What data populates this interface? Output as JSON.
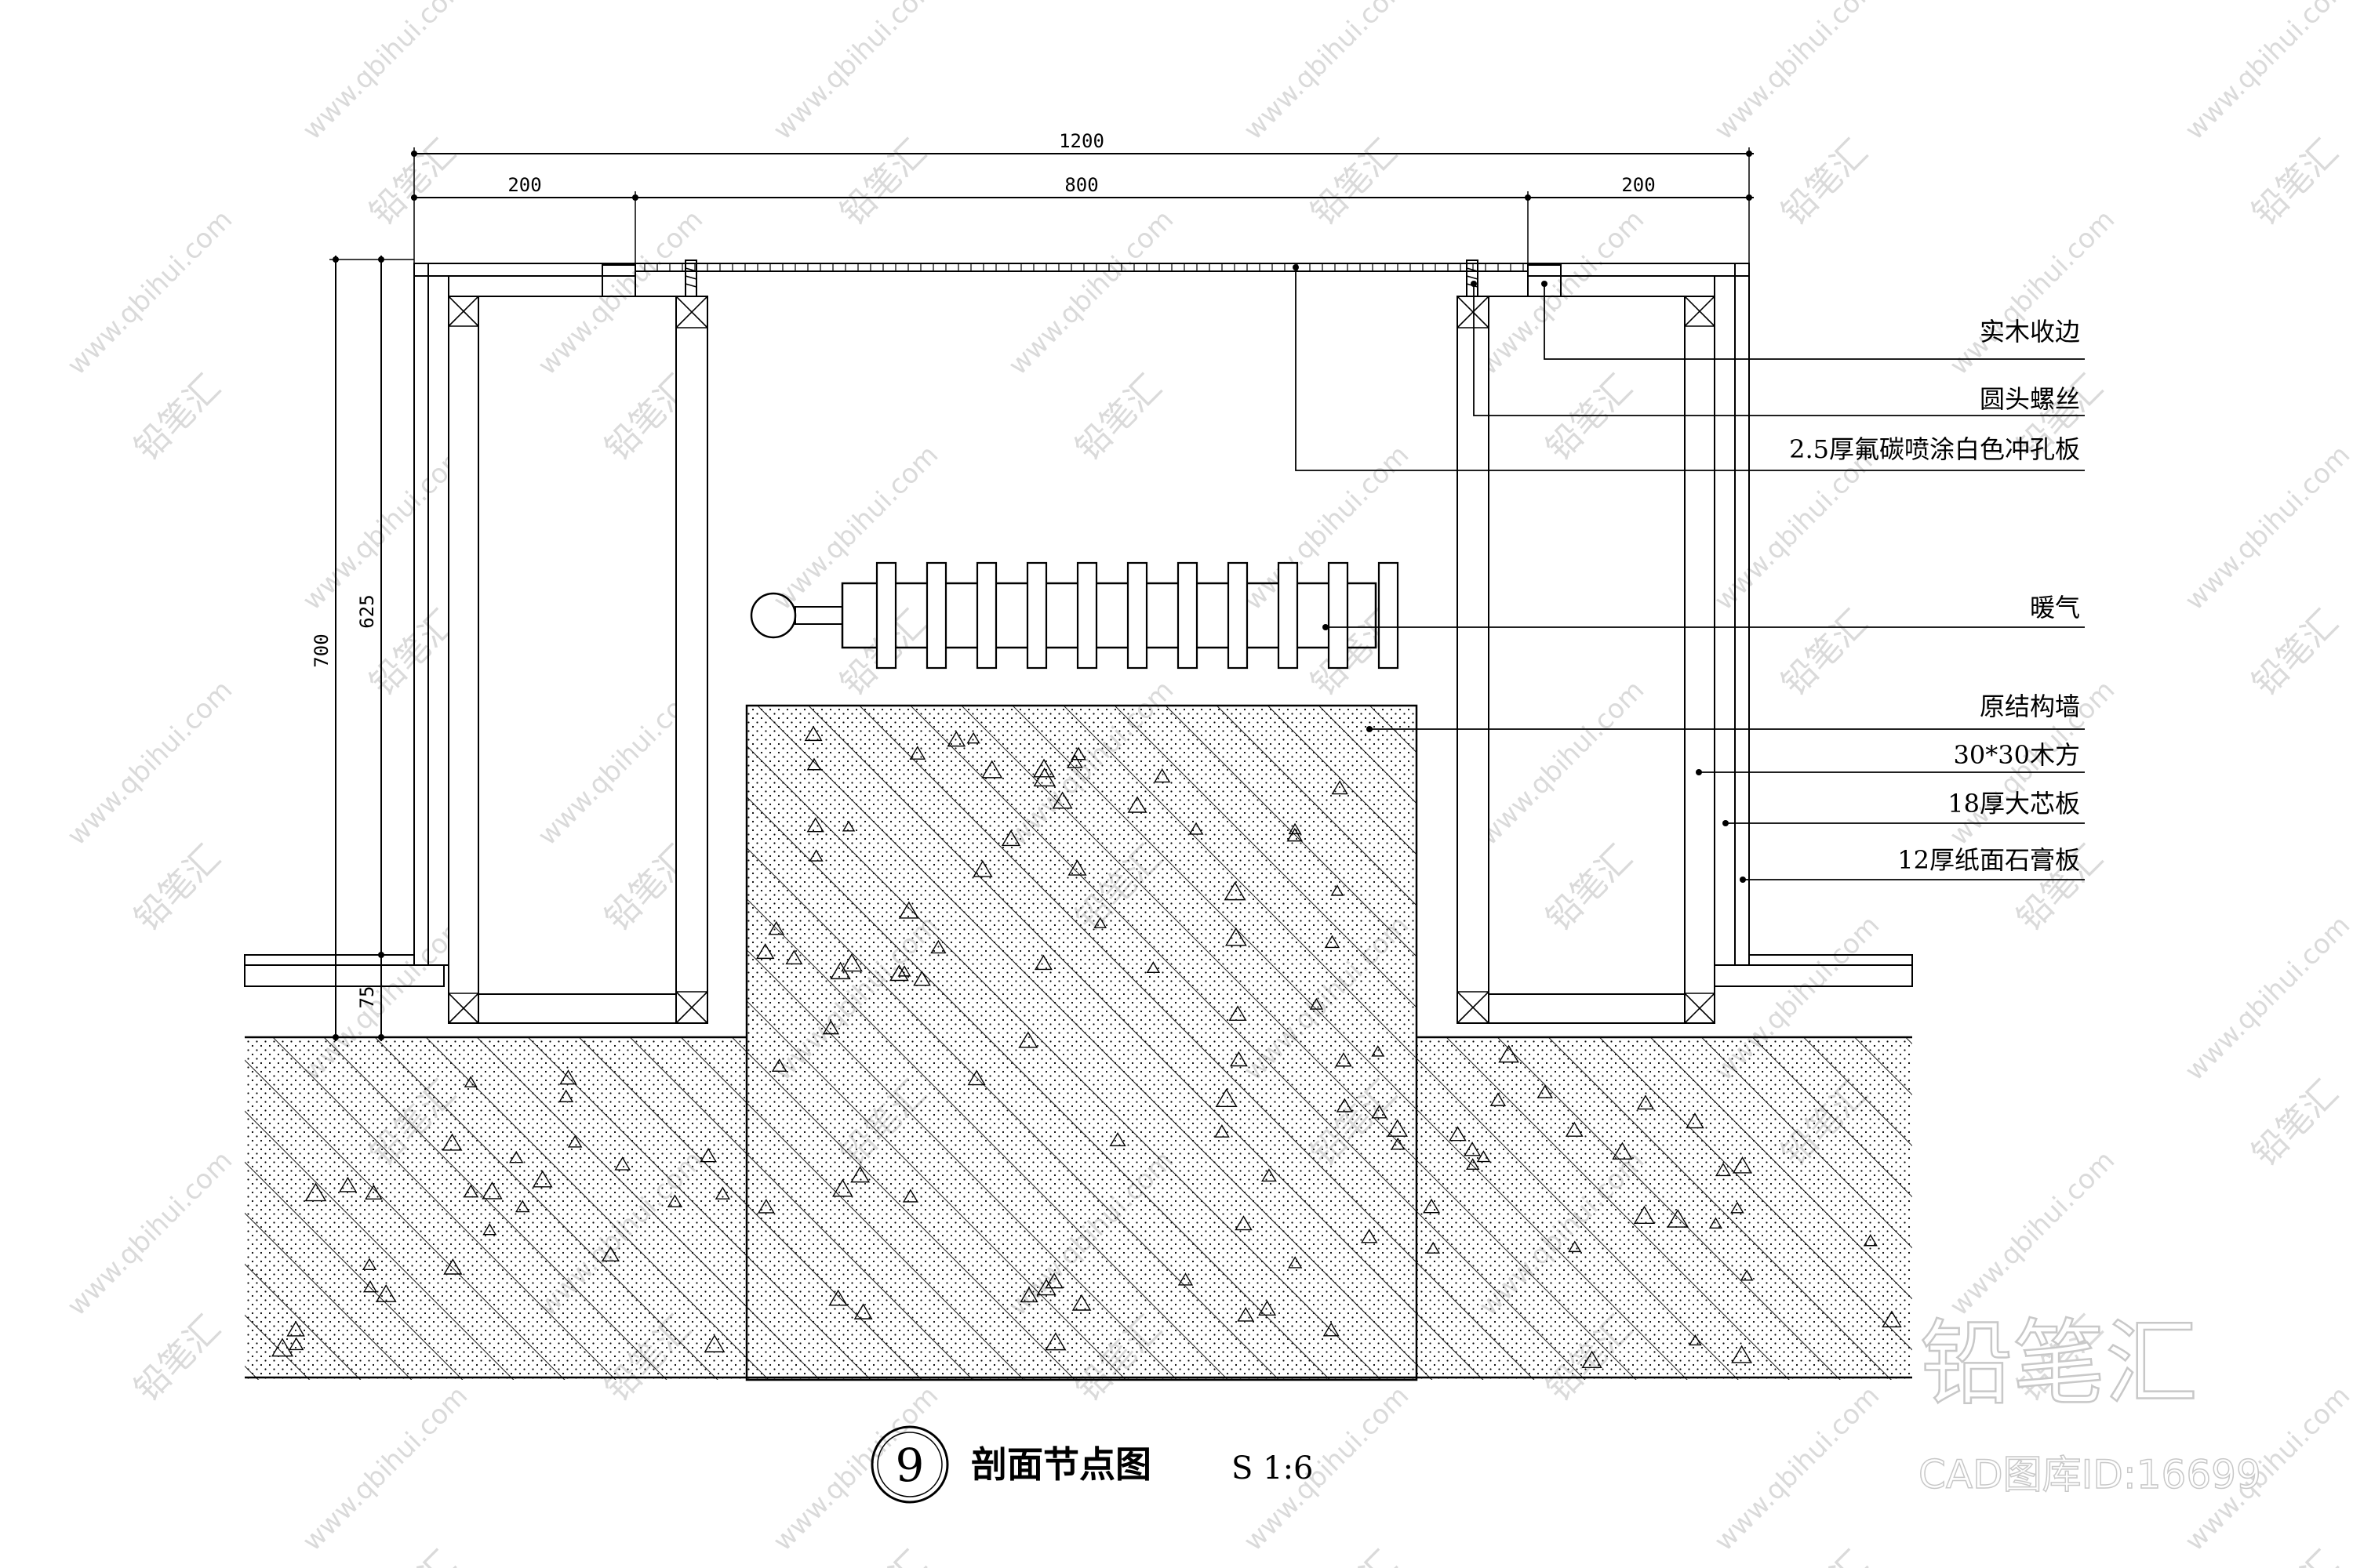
{
  "dimensions": {
    "total": "1200",
    "left": "200",
    "middle": "800",
    "right": "200",
    "height_outer": "700",
    "height_inner": "625",
    "bottom_offset": "75"
  },
  "labels": [
    "实木收边",
    "圆头螺丝",
    "2.5厚氟碳喷涂白色冲孔板",
    "暖气",
    "原结构墙",
    "30*30木方",
    "18厚大芯板",
    "12厚纸面石膏板"
  ],
  "title": {
    "number": "9",
    "text": "剖面节点图",
    "scale": "S 1:6"
  },
  "watermark": {
    "url": "www.qbihui.com",
    "brand_zh": "铅笔汇",
    "id_text": "CAD图库ID:16699"
  }
}
